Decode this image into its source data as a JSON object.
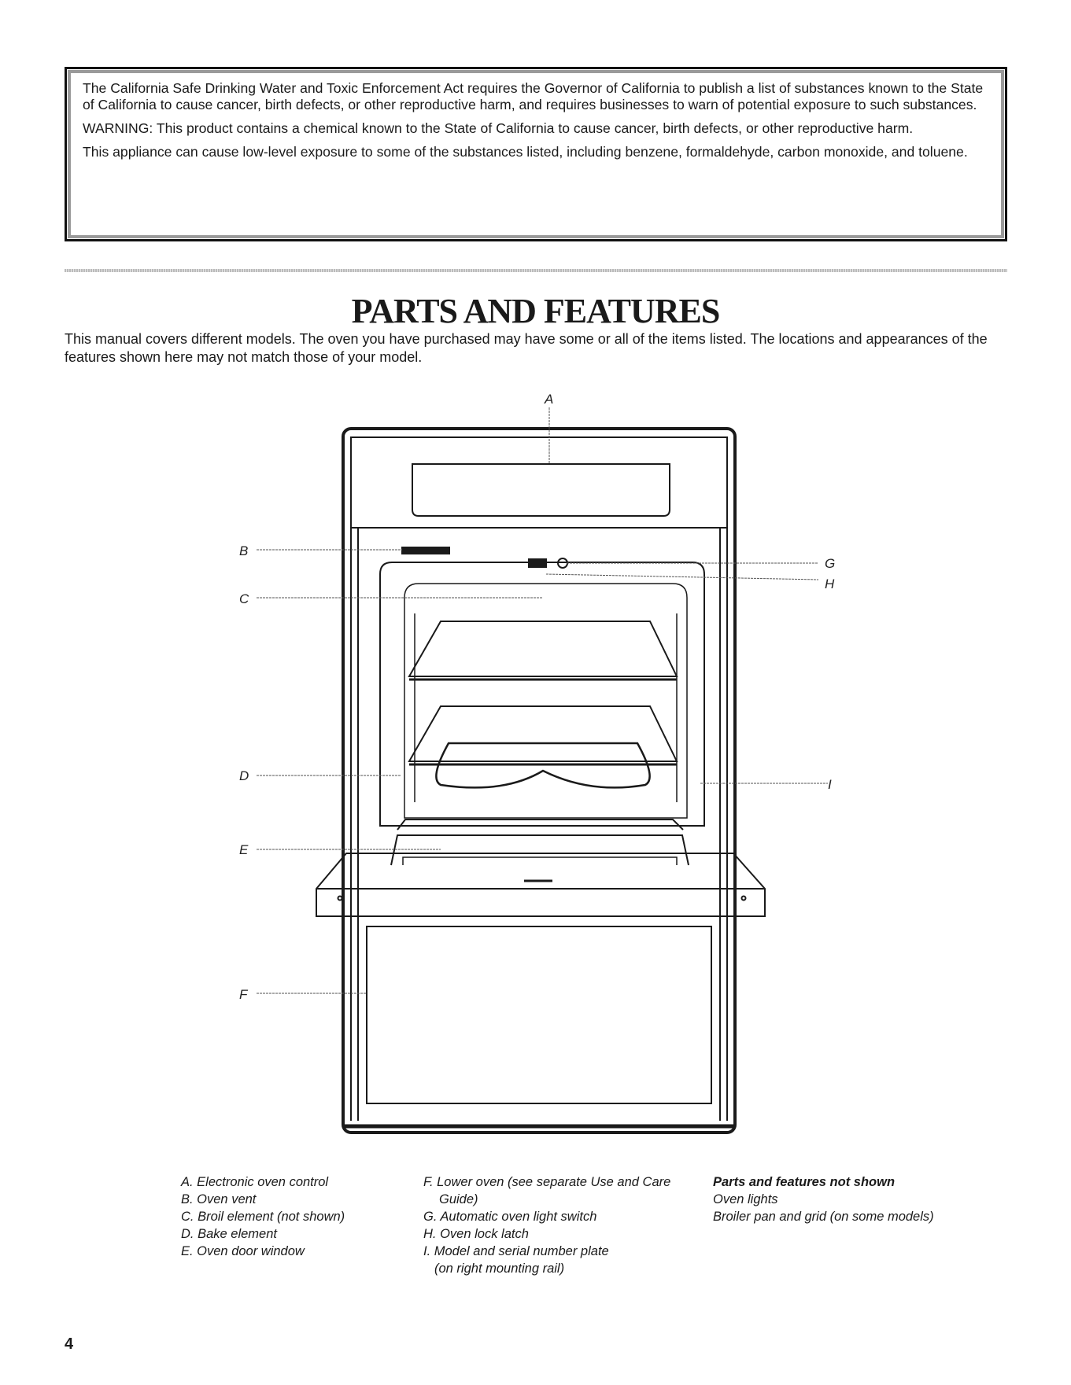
{
  "warning": {
    "p1": "The California Safe Drinking Water and Toxic Enforcement Act requires the Governor of California to publish a list of substances known to the State of California to cause cancer, birth defects, or other reproductive harm, and requires businesses to warn of potential exposure to such substances.",
    "p2": "WARNING: This product contains a chemical known to the State of California to cause cancer, birth defects, or other reproductive harm.",
    "p3": "This appliance can cause low-level exposure to some of the substances listed, including benzene, formaldehyde, carbon monoxide, and toluene."
  },
  "section": {
    "title": "PARTS AND FEATURES",
    "intro": "This manual covers different models. The oven you have purchased may have some or all of the items listed. The locations and appearances of the features shown here may not match those of your model."
  },
  "diagram": {
    "callouts": {
      "a": "A",
      "b": "B",
      "c": "C",
      "d": "D",
      "e": "E",
      "f": "F",
      "g": "G",
      "h": "H",
      "i": "I"
    }
  },
  "legend": {
    "col1": [
      "A. Electronic oven control",
      "B. Oven vent",
      "C. Broil element (not shown)",
      "D. Bake element",
      "E. Oven door window"
    ],
    "col2": {
      "f_line1": "F. Lower oven (see separate Use and Care",
      "f_line2": "Guide)",
      "g": "G. Automatic oven light switch",
      "h": "H. Oven lock latch",
      "i_line1": "I. Model and serial number plate",
      "i_line2": "(on right mounting rail)"
    },
    "col3": {
      "heading": "Parts and features not shown",
      "item1": "Oven lights",
      "item2": "Broiler pan and grid (on some models)"
    }
  },
  "page_number": "4"
}
